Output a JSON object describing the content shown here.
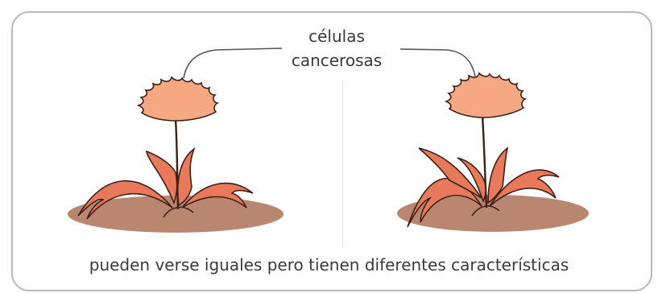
{
  "labels": {
    "cell_label_line1": "células",
    "cell_label_line2": "cancerosas",
    "caption": "pueden verse iguales pero tienen diferentes características"
  },
  "colors": {
    "soil": "#b9876f",
    "leaf": "#e8795a",
    "flower": "#f6a882",
    "outline": "#3d2018",
    "frame": "#b8b8b8"
  }
}
